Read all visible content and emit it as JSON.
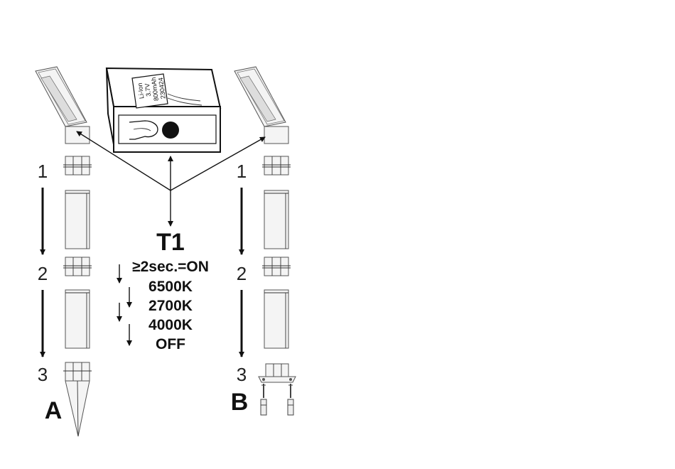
{
  "battery_label": {
    "line1": "Li-Ion",
    "line2": "3,7V",
    "line3": "800mAh",
    "line4": "230424"
  },
  "mode": {
    "title": "T1",
    "press": "≥2sec.=ON",
    "step1": "6500K",
    "step2": "2700K",
    "step3": "4000K",
    "step4": "OFF"
  },
  "left_assembly": {
    "step1": "1",
    "step2": "2",
    "step3": "3",
    "variant": "A"
  },
  "right_assembly": {
    "step1": "1",
    "step2": "2",
    "step3": "3",
    "variant": "B"
  },
  "icons": [
    "finger-press-icon",
    "power-button-icon",
    "ground-spike-icon",
    "mounting-plate-icon",
    "screw-icon",
    "wall-plug-icon"
  ],
  "colors": {
    "line": "#111111",
    "fill": "#f4f4f4",
    "background": "#ffffff"
  }
}
